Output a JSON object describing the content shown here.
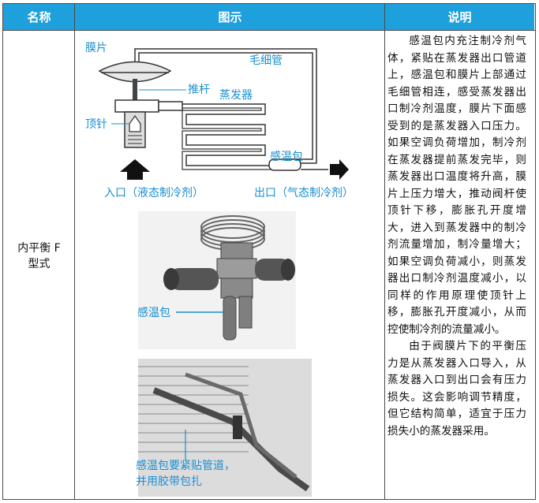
{
  "headers": {
    "name": "名称",
    "diagram": "图示",
    "description": "说明"
  },
  "row": {
    "name_line1": "内平衡 F",
    "name_line2": "型式",
    "labels": {
      "diaphragm": "膜片",
      "capillary": "毛细管",
      "push_rod": "推杆",
      "evaporator": "蒸发器",
      "needle": "顶针",
      "sensing_bulb": "感温包",
      "inlet": "入口（液态制冷剂）",
      "outlet": "出口（气态制冷剂）",
      "photo_bulb": "感温包",
      "note_line1": "感温包要紧贴管道，",
      "note_line2": "并用胶带包扎"
    },
    "paragraph1": "感温包内充注制冷剂气体，紧贴在蒸发器出口管道上，感温包和膜片上部通过毛细管相连，感受蒸发器出口制冷剂温度，膜片下面感受到的是蒸发器入口压力。如果空调负荷增加，制冷剂在蒸发器提前蒸发完毕，则蒸发器出口温度将升高，膜片上压力增大，推动阀杆使顶针下移，膨胀孔开度增大，进入到蒸发器中的制冷剂流量增加，制冷量增大；如果空调负荷减小，则蒸发器出口制冷剂温度减小，以同样的作用原理使顶针上移，膨胀孔开度减小，从而控使制冷剂的流量减小。",
    "paragraph2": "由于阀膜片下的平衡压力是从蒸发器入口导入，从蒸发器入口到出口会有压力损失。这会影响调节精度，但它结构简单，适宜于压力损失小的蒸发器采用。"
  },
  "colors": {
    "header_bg": "#1ea0dc",
    "label_blue": "#1a8fd1"
  }
}
